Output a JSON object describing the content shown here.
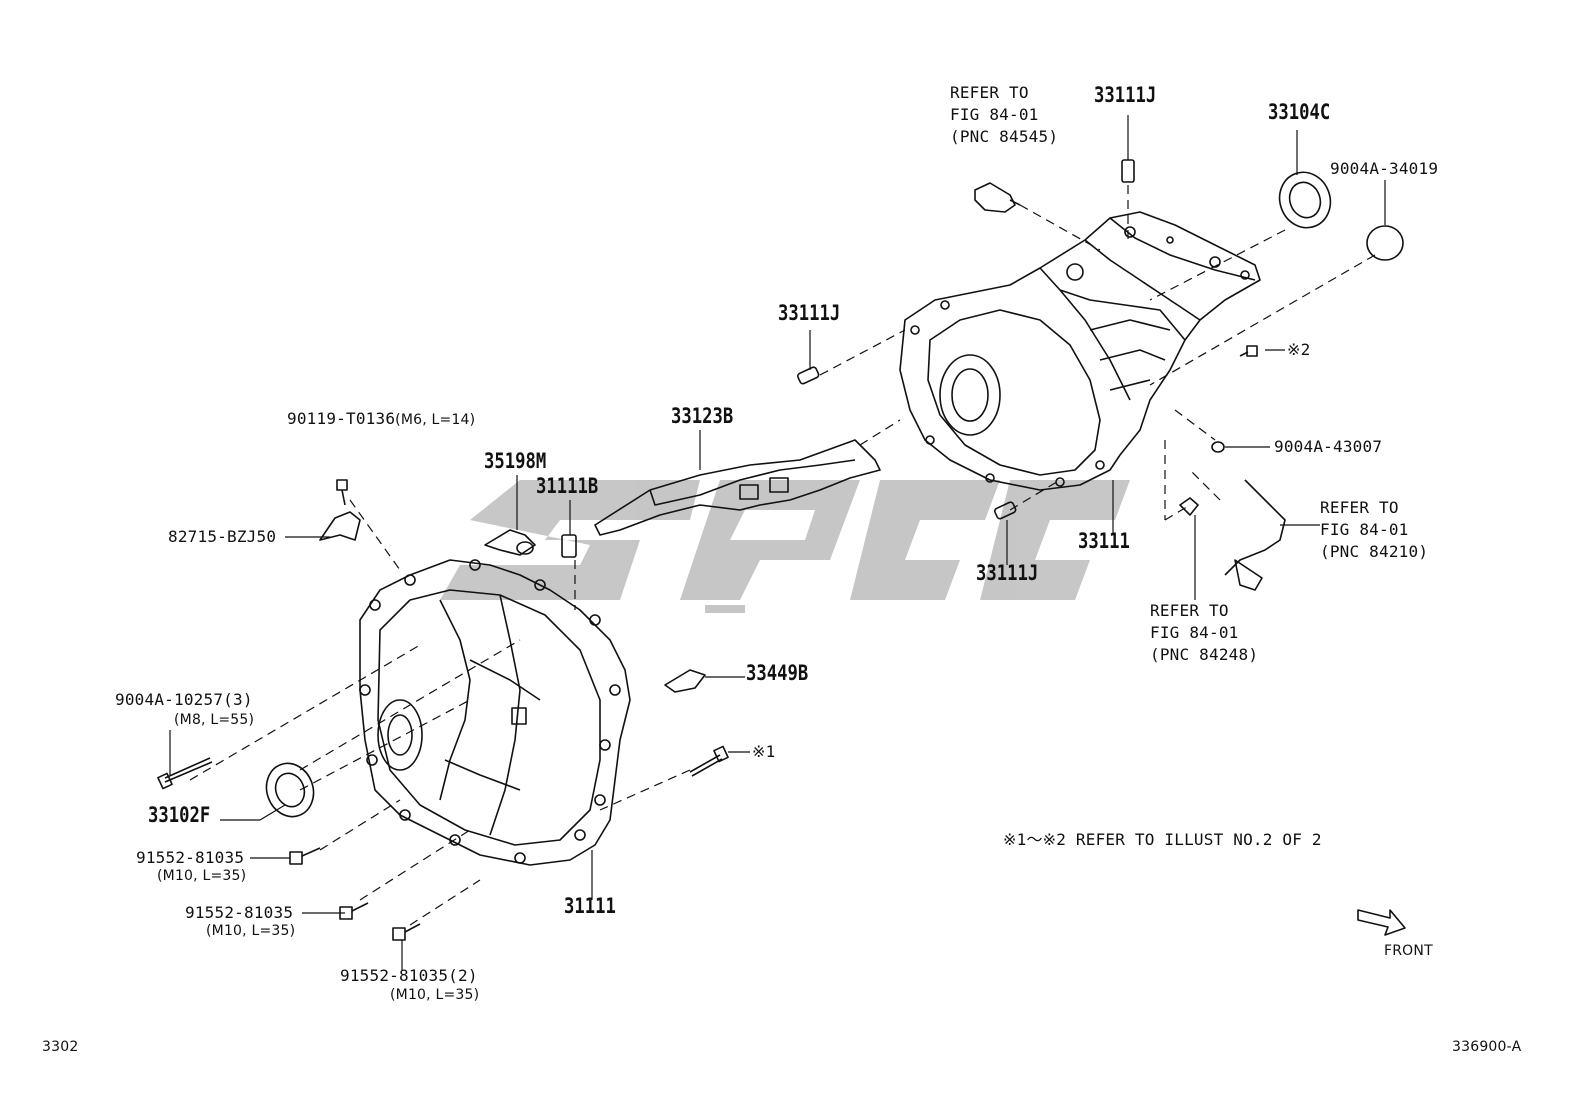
{
  "parts": {
    "p33111j_top": "33111J",
    "p33104c": "33104C",
    "p9004a_34019": "9004A-34019",
    "p33111j_mid": "33111J",
    "note_x2": "※2",
    "p33123b": "33123B",
    "p9004a_43007": "9004A-43007",
    "p90119": "90119-T0136",
    "p90119_spec": "(M6, L=14)",
    "p35198m": "35198M",
    "p31111b": "31111B",
    "p33111": "33111",
    "p33111j_low": "33111J",
    "p82715": "82715-BZJ50",
    "p33449b": "33449B",
    "p9004a_10257": "9004A-10257(3)",
    "p9004a_10257_spec": "(M8, L=55)",
    "note_x1": "※1",
    "p33102f": "33102F",
    "p91552_a": "91552-81035",
    "p91552_a_spec": "(M10, L=35)",
    "p91552_b": "91552-81035",
    "p91552_b_spec": "(M10, L=35)",
    "p91552_c": "91552-81035(2)",
    "p91552_c_spec": "(M10, L=35)",
    "p31111": "31111"
  },
  "refs": {
    "ref_84545": {
      "l1": "REFER TO",
      "l2": "FIG 84-01",
      "l3": "(PNC 84545)"
    },
    "ref_84210": {
      "l1": "REFER TO",
      "l2": "FIG 84-01",
      "l3": "(PNC 84210)"
    },
    "ref_84248": {
      "l1": "REFER TO",
      "l2": "FIG 84-01",
      "l3": "(PNC 84248)"
    }
  },
  "note": "※1～※2  REFER TO ILLUST NO.2 OF 2",
  "front": "FRONT",
  "footer": {
    "left": "3302",
    "right": "336900-A"
  },
  "colors": {
    "line": "#111111",
    "watermark": "#bdbdbd"
  }
}
